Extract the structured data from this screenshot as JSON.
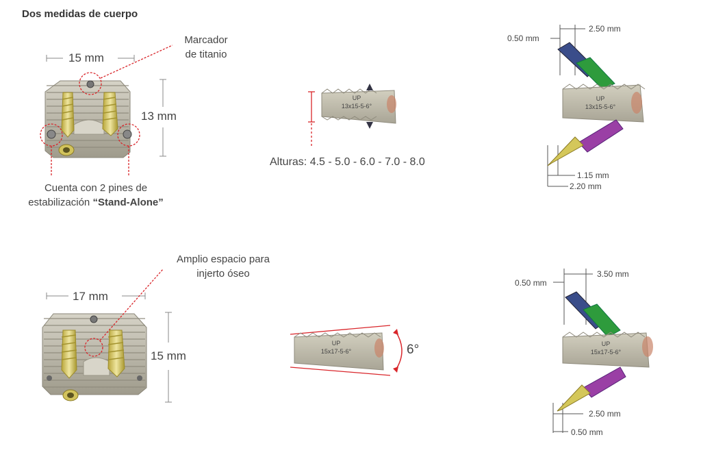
{
  "header": {
    "title": "Dos medidas de cuerpo"
  },
  "colors": {
    "accent_red": "#d9252a",
    "implant_gray": "#b9b5a6",
    "screw_gold": "#d4c75a",
    "screw_green": "#2e9b3c",
    "screw_navy": "#3a4d8a",
    "screw_purple": "#9a3fa5"
  },
  "top_row": {
    "implant_width": "15 mm",
    "implant_height": "13 mm",
    "marker_label_line1": "Marcador",
    "marker_label_line2": "de titanio",
    "pins_label_line1": "Cuenta con 2 pines de",
    "pins_label_line2_prefix": "estabilización ",
    "pins_label_line2_bold": "“Stand-Alone”",
    "side_view_label_line1": "UP",
    "side_view_label_line2": "13x15-5-6°",
    "heights_label": "Alturas:  4.5 - 5.0 - 6.0 - 7.0 - 8.0",
    "screw_dims": {
      "top_left": "0.50 mm",
      "top_right": "2.50 mm",
      "bottom_a": "1.15 mm",
      "bottom_b": "2.20 mm"
    },
    "screw_view_label_line1": "UP",
    "screw_view_label_line2": "13x15-5-6°"
  },
  "bottom_row": {
    "implant_width": "17 mm",
    "implant_height": "15 mm",
    "graft_label_line1": "Amplio espacio para",
    "graft_label_line2": "injerto óseo",
    "side_view_label_line1": "UP",
    "side_view_label_line2": "15x17-5-6°",
    "angle_label": "6°",
    "screw_dims": {
      "top_left": "0.50 mm",
      "top_right": "3.50 mm",
      "bottom_a": "2.50 mm",
      "bottom_b": "0.50 mm"
    },
    "screw_view_label_line1": "UP",
    "screw_view_label_line2": "15x17-5-6°"
  }
}
